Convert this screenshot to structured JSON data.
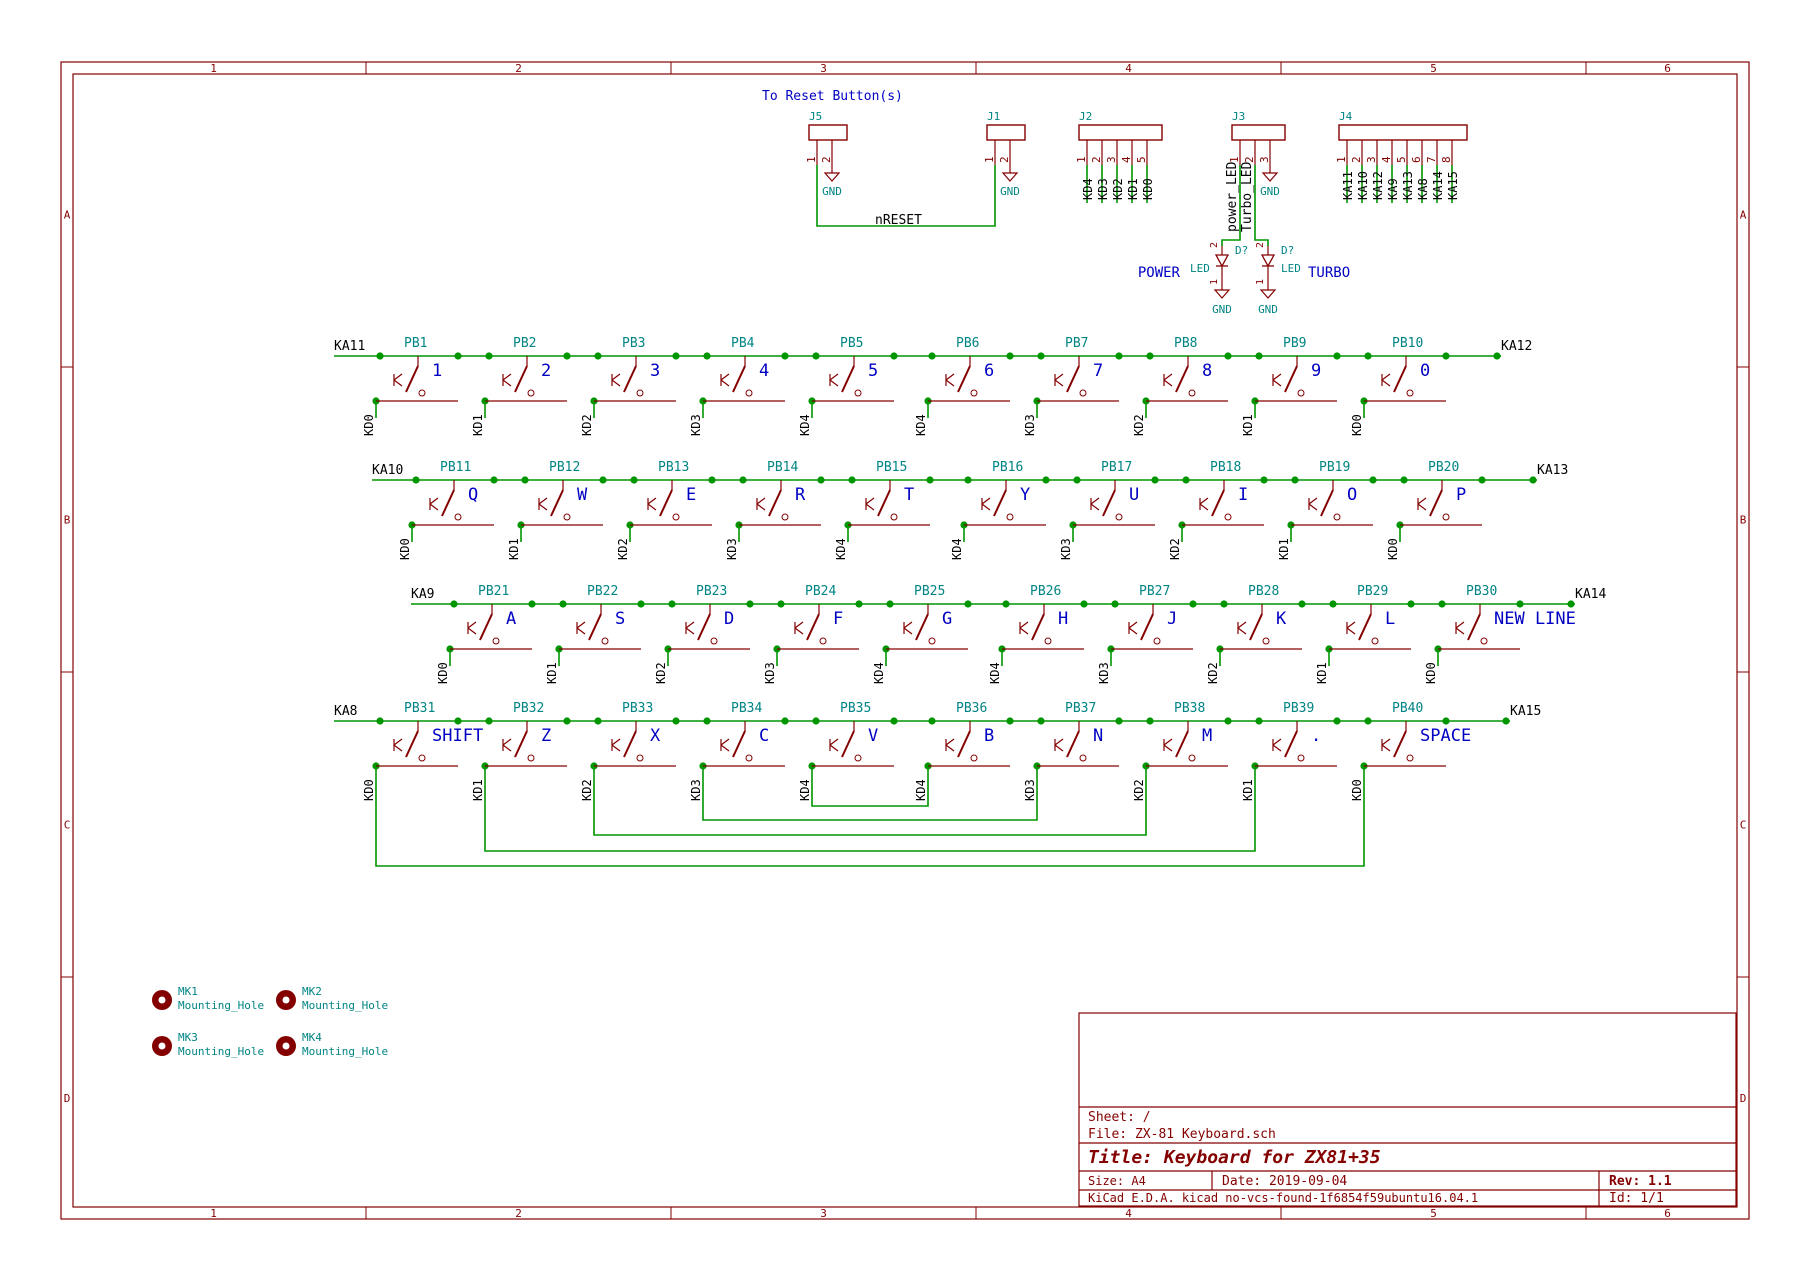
{
  "frame": {
    "cols": [
      "1",
      "2",
      "3",
      "4",
      "5",
      "6"
    ],
    "rows": [
      "A",
      "B",
      "C",
      "D"
    ]
  },
  "reset_caption": "To Reset Button(s)",
  "reset_net": "nRESET",
  "gnd": "GND",
  "connectors": {
    "J5": {
      "ref": "J5",
      "pins": [
        "1",
        "2"
      ]
    },
    "J1": {
      "ref": "J1",
      "pins": [
        "1",
        "2"
      ]
    },
    "J2": {
      "ref": "J2",
      "pins": [
        "1",
        "2",
        "3",
        "4",
        "5"
      ],
      "nets": [
        "KD4",
        "KD3",
        "KD2",
        "KD1",
        "KD0"
      ]
    },
    "J3": {
      "ref": "J3",
      "pins": [
        "1",
        "2",
        "3"
      ],
      "nets": [
        "power_LED",
        "Turbo_LED"
      ]
    },
    "J4": {
      "ref": "J4",
      "pins": [
        "1",
        "2",
        "3",
        "4",
        "5",
        "6",
        "7",
        "8"
      ],
      "nets": [
        "KA11",
        "KA10",
        "KA12",
        "KA9",
        "KA13",
        "KA8",
        "KA14",
        "KA15"
      ]
    }
  },
  "leds": [
    {
      "ref": "D?",
      "value": "LED",
      "label": "POWER",
      "pin_a": "2",
      "pin_k": "1"
    },
    {
      "ref": "D?",
      "value": "LED",
      "label": "TURBO",
      "pin_a": "2",
      "pin_k": "1"
    }
  ],
  "keyboard_rows": [
    {
      "left_net": "KA11",
      "right_net": "KA12",
      "keys": [
        {
          "ref": "PB1",
          "label": "1",
          "kd": "KD0"
        },
        {
          "ref": "PB2",
          "label": "2",
          "kd": "KD1"
        },
        {
          "ref": "PB3",
          "label": "3",
          "kd": "KD2"
        },
        {
          "ref": "PB4",
          "label": "4",
          "kd": "KD3"
        },
        {
          "ref": "PB5",
          "label": "5",
          "kd": "KD4"
        },
        {
          "ref": "PB6",
          "label": "6",
          "kd": "KD4"
        },
        {
          "ref": "PB7",
          "label": "7",
          "kd": "KD3"
        },
        {
          "ref": "PB8",
          "label": "8",
          "kd": "KD2"
        },
        {
          "ref": "PB9",
          "label": "9",
          "kd": "KD1"
        },
        {
          "ref": "PB10",
          "label": "0",
          "kd": "KD0"
        }
      ]
    },
    {
      "left_net": "KA10",
      "right_net": "KA13",
      "keys": [
        {
          "ref": "PB11",
          "label": "Q",
          "kd": "KD0"
        },
        {
          "ref": "PB12",
          "label": "W",
          "kd": "KD1"
        },
        {
          "ref": "PB13",
          "label": "E",
          "kd": "KD2"
        },
        {
          "ref": "PB14",
          "label": "R",
          "kd": "KD3"
        },
        {
          "ref": "PB15",
          "label": "T",
          "kd": "KD4"
        },
        {
          "ref": "PB16",
          "label": "Y",
          "kd": "KD4"
        },
        {
          "ref": "PB17",
          "label": "U",
          "kd": "KD3"
        },
        {
          "ref": "PB18",
          "label": "I",
          "kd": "KD2"
        },
        {
          "ref": "PB19",
          "label": "O",
          "kd": "KD1"
        },
        {
          "ref": "PB20",
          "label": "P",
          "kd": "KD0"
        }
      ]
    },
    {
      "left_net": "KA9",
      "right_net": "KA14",
      "keys": [
        {
          "ref": "PB21",
          "label": "A",
          "kd": "KD0"
        },
        {
          "ref": "PB22",
          "label": "S",
          "kd": "KD1"
        },
        {
          "ref": "PB23",
          "label": "D",
          "kd": "KD2"
        },
        {
          "ref": "PB24",
          "label": "F",
          "kd": "KD3"
        },
        {
          "ref": "PB25",
          "label": "G",
          "kd": "KD4"
        },
        {
          "ref": "PB26",
          "label": "H",
          "kd": "KD4"
        },
        {
          "ref": "PB27",
          "label": "J",
          "kd": "KD3"
        },
        {
          "ref": "PB28",
          "label": "K",
          "kd": "KD2"
        },
        {
          "ref": "PB29",
          "label": "L",
          "kd": "KD1"
        },
        {
          "ref": "PB30",
          "label": "NEW LINE",
          "kd": "KD0"
        }
      ]
    },
    {
      "left_net": "KA8",
      "right_net": "KA15",
      "keys": [
        {
          "ref": "PB31",
          "label": "SHIFT",
          "kd": "KD0"
        },
        {
          "ref": "PB32",
          "label": "Z",
          "kd": "KD1"
        },
        {
          "ref": "PB33",
          "label": "X",
          "kd": "KD2"
        },
        {
          "ref": "PB34",
          "label": "C",
          "kd": "KD3"
        },
        {
          "ref": "PB35",
          "label": "V",
          "kd": "KD4"
        },
        {
          "ref": "PB36",
          "label": "B",
          "kd": "KD4"
        },
        {
          "ref": "PB37",
          "label": "N",
          "kd": "KD3"
        },
        {
          "ref": "PB38",
          "label": "M",
          "kd": "KD2"
        },
        {
          "ref": "PB39",
          "label": ".",
          "kd": "KD1"
        },
        {
          "ref": "PB40",
          "label": "SPACE",
          "kd": "KD0"
        }
      ]
    }
  ],
  "mounting_holes": [
    {
      "ref": "MK1",
      "value": "Mounting_Hole"
    },
    {
      "ref": "MK2",
      "value": "Mounting_Hole"
    },
    {
      "ref": "MK3",
      "value": "Mounting_Hole"
    },
    {
      "ref": "MK4",
      "value": "Mounting_Hole"
    }
  ],
  "title_block": {
    "sheet": "Sheet: /",
    "file": "File: ZX-81 Keyboard.sch",
    "title": "Title: Keyboard for ZX81+35",
    "size": "Size: A4",
    "date": "Date: 2019-09-04",
    "rev": "Rev: 1.1",
    "tool": "KiCad E.D.A.  kicad no-vcs-found-1f6854f59ubuntu16.04.1",
    "id": "Id: 1/1"
  },
  "colors": {
    "frame": "#840000",
    "wire": "#009600",
    "label": "#000000",
    "symbol": "#840000",
    "ref": "#008484",
    "value": "#0000c2",
    "junction": "#009600"
  }
}
